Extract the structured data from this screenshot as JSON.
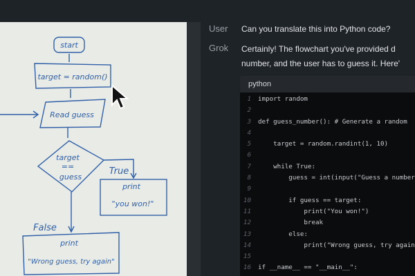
{
  "whiteboard": {
    "start": "start",
    "assign": "target = random()",
    "read": "Read guess",
    "decision": [
      "target",
      "==",
      "guess"
    ],
    "true_label": "True",
    "false_label": "False",
    "win_print": "print",
    "win_text": "\"you won!\"",
    "lose_print": "print",
    "lose_text": "\"Wrong guess, try again\""
  },
  "chat": {
    "user_role": "User",
    "user_message": "Can you translate this into Python code?",
    "assistant_role": "Grok",
    "assistant_line1": "Certainly! The flowchart you've provided d",
    "assistant_line2": "number, and the user has to guess it. Here'"
  },
  "code_block": {
    "language": "python",
    "lines": [
      {
        "n": "1",
        "code": "import random"
      },
      {
        "n": "2",
        "code": ""
      },
      {
        "n": "3",
        "code": "def guess_number(): # Generate a random"
      },
      {
        "n": "4",
        "code": ""
      },
      {
        "n": "5",
        "code": "    target = random.randint(1, 10)"
      },
      {
        "n": "6",
        "code": ""
      },
      {
        "n": "7",
        "code": "    while True:"
      },
      {
        "n": "8",
        "code": "        guess = int(input(\"Guess a number"
      },
      {
        "n": "9",
        "code": ""
      },
      {
        "n": "10",
        "code": "        if guess == target:"
      },
      {
        "n": "11",
        "code": "            print(\"You won!\")"
      },
      {
        "n": "12",
        "code": "            break"
      },
      {
        "n": "13",
        "code": "        else:"
      },
      {
        "n": "14",
        "code": "            print(\"Wrong guess, try again"
      },
      {
        "n": "15",
        "code": ""
      },
      {
        "n": "16",
        "code": "if __name__ == \"__main__\":"
      }
    ]
  }
}
